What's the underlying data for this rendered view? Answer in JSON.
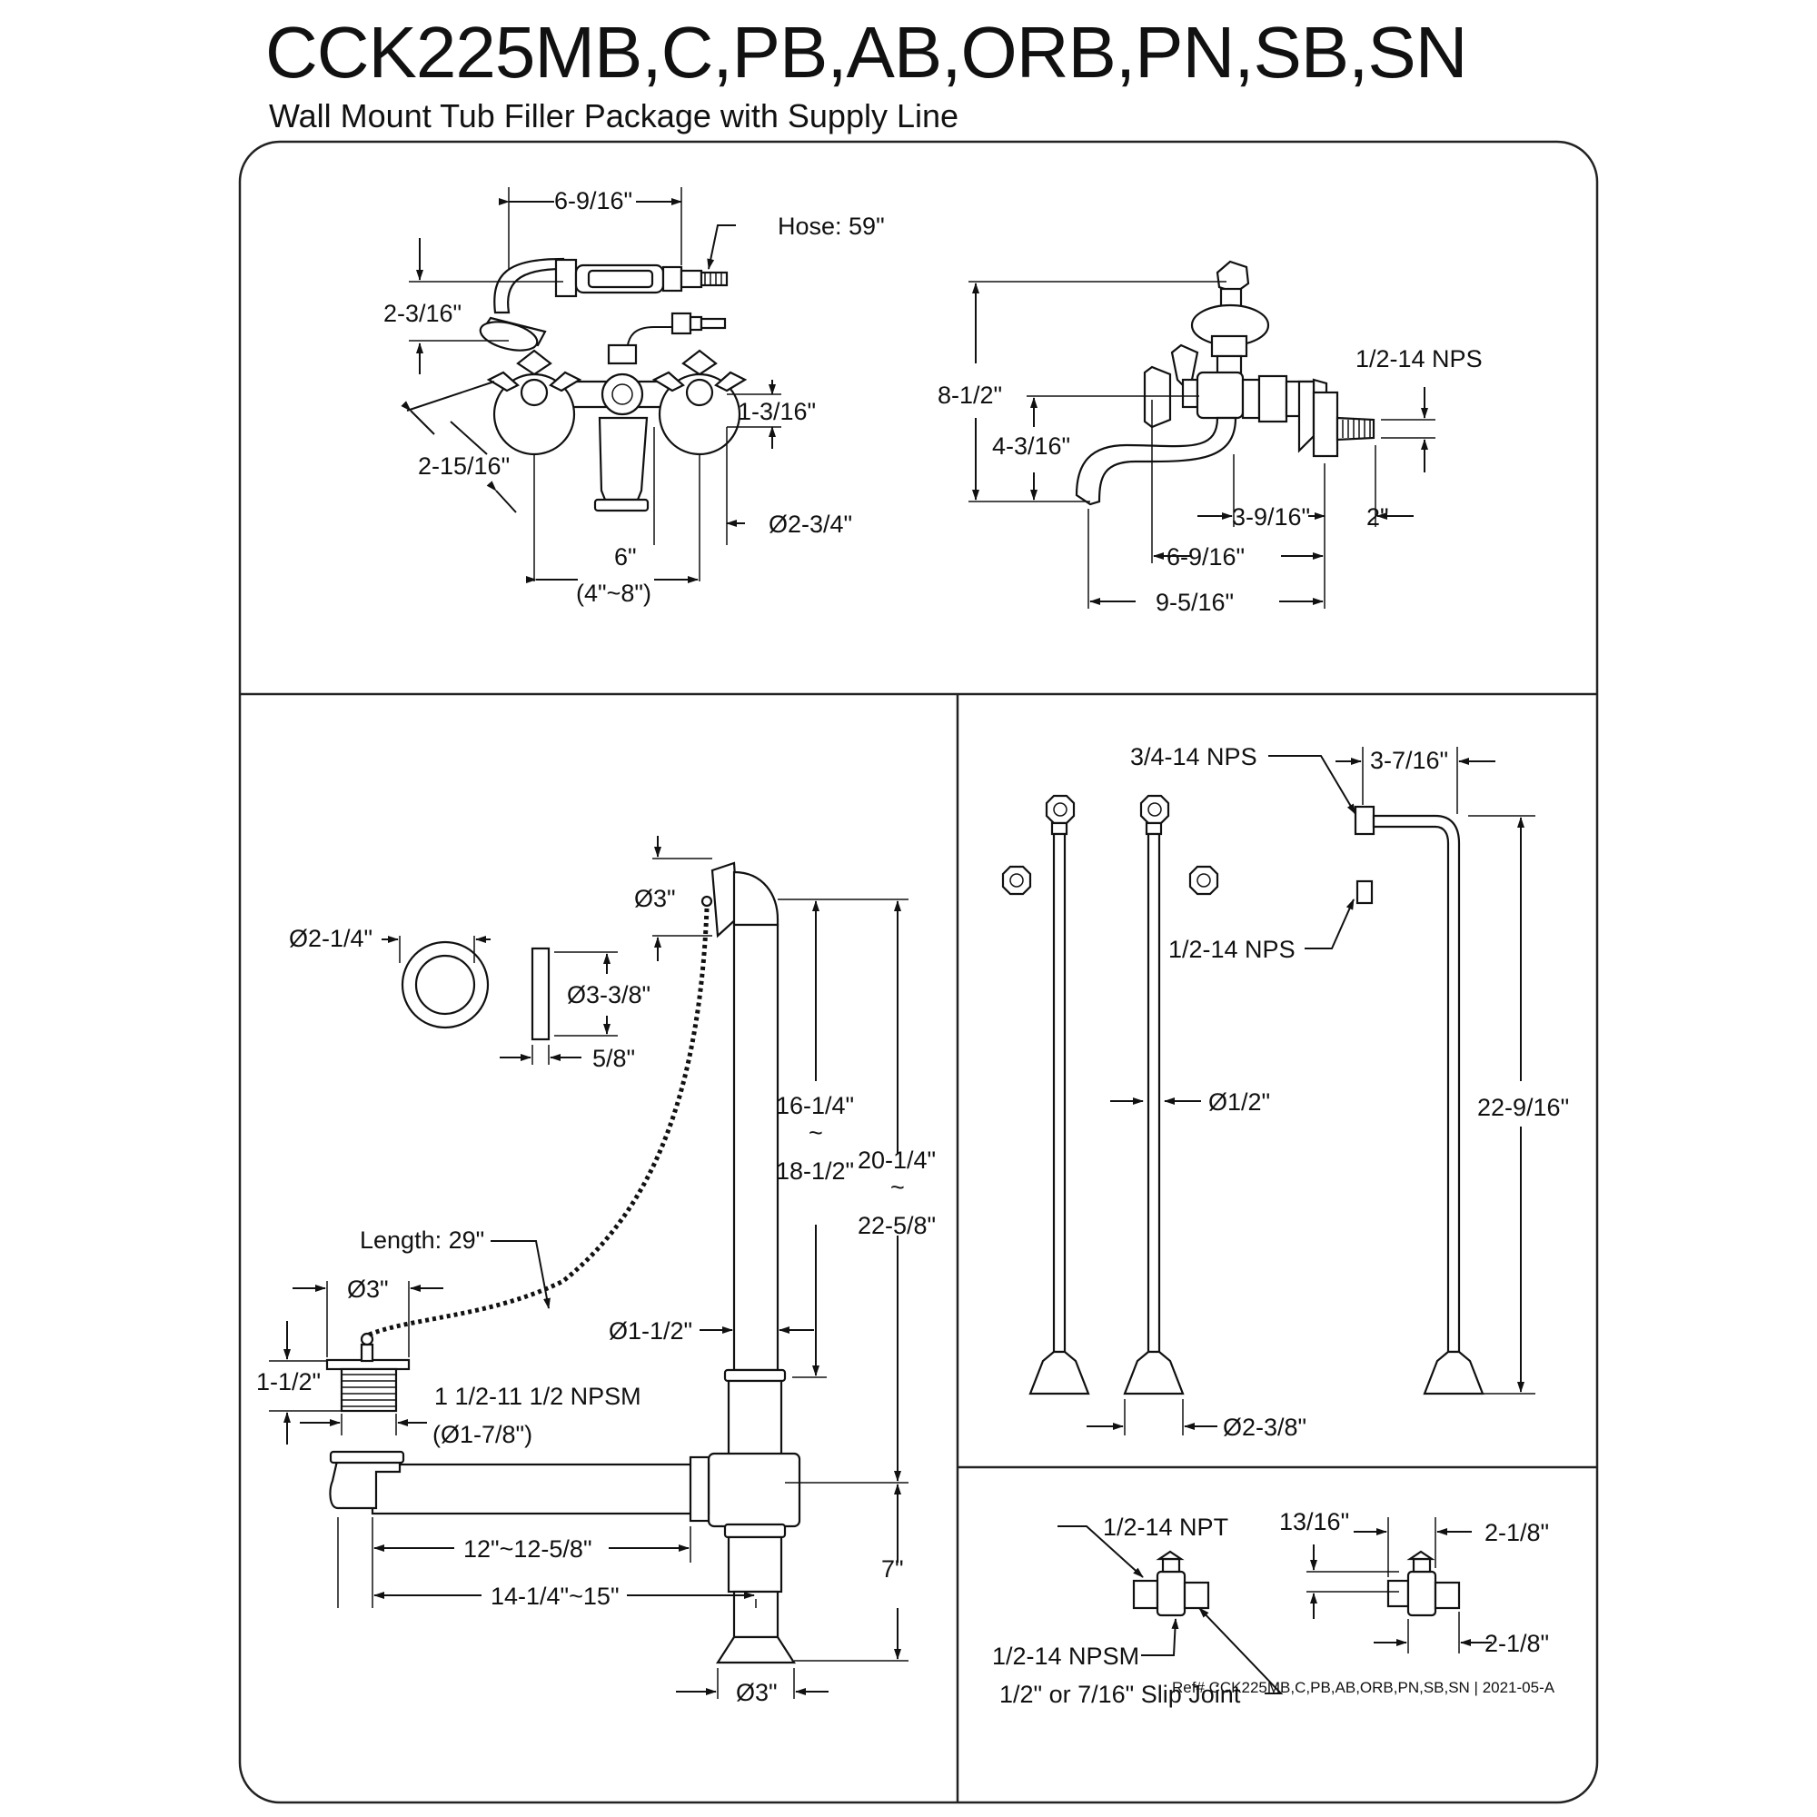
{
  "header": {
    "title": "CCK225MB,C,PB,AB,ORB,PN,SB,SN",
    "subtitle": "Wall Mount Tub Filler Package with Supply Line"
  },
  "faucet_front": {
    "width": "6-9/16\"",
    "hose": "Hose: 59\"",
    "shower_height": "2-3/16\"",
    "handle_span": "2-15/16\"",
    "handle_offset": "1-3/16\"",
    "handle_dia": "Ø2-3/4\"",
    "centers": "6\"",
    "centers_range": "(4\"~8\")"
  },
  "faucet_side": {
    "height": "8-1/2\"",
    "spout_height": "4-3/16\"",
    "thread": "1/2-14 NPS",
    "inlet_len": "3-9/16\"",
    "inlet_offset": "2\"",
    "reach": "6-9/16\"",
    "depth": "9-5/16\""
  },
  "drain": {
    "flange_dia": "Ø2-1/4\"",
    "stopper_dia": "Ø3-3/8\"",
    "stopper_thick": "5/8\"",
    "overflow_dia": "Ø3\"",
    "height_range_a1": "16-1/4\"",
    "height_range_a2": "18-1/2\"",
    "height_range_b1": "20-1/4\"",
    "height_range_b2": "22-5/8\"",
    "tilde": "~",
    "chain": "Length: 29\"",
    "drain_dia": "Ø3\"",
    "drain_height": "1-1/2\"",
    "pipe_dia": "Ø1-1/2\"",
    "thread": "1 1/2-11 1/2 NPSM",
    "thread_dia": "(Ø1-7/8\")",
    "horiz_range": "12\"~12-5/8\"",
    "total_range": "14-1/4\"~15\"",
    "base_height": "7\"",
    "base_dia": "Ø3\""
  },
  "supply": {
    "thread_top": "3/4-14 NPS",
    "offset": "3-7/16\"",
    "thread_nut": "1/2-14 NPS",
    "pipe_dia": "Ø1/2\"",
    "length": "22-9/16\"",
    "base_dia": "Ø2-3/8\""
  },
  "valve": {
    "npt": "1/2-14 NPT",
    "npsm": "1/2-14 NPSM",
    "slip": "1/2\" or 7/16\" Slip Joint",
    "height": "13/16\"",
    "len_top": "2-1/8\"",
    "len_bottom": "2-1/8\""
  },
  "footer": {
    "ref": "Ref# CCK225MB,C,PB,AB,ORB,PN,SB,SN | 2021-05-A"
  }
}
